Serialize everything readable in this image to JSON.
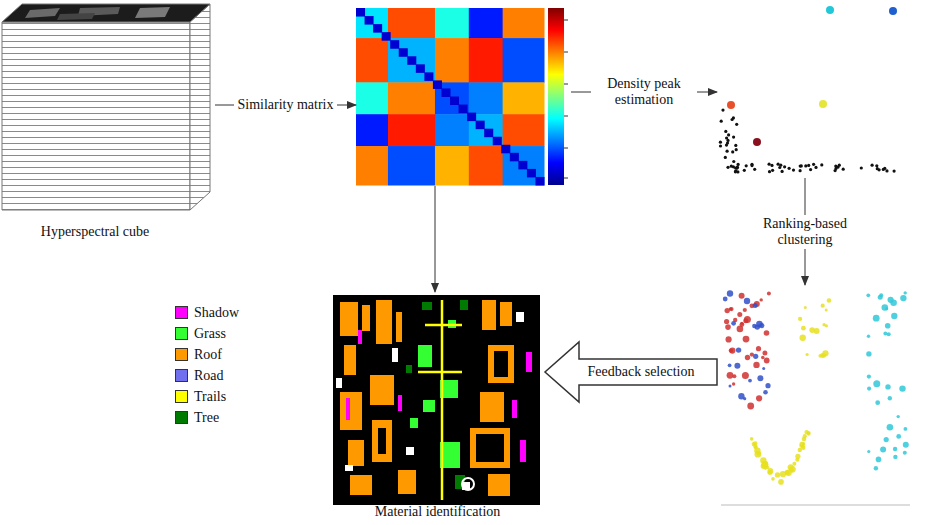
{
  "diagram": {
    "nodes": [
      {
        "text": [
          "Hyperspectral cube"
        ]
      },
      {
        "text": []
      },
      {
        "text": []
      },
      {
        "text": [
          "Material identification"
        ]
      },
      {
        "text": []
      }
    ],
    "edges": [
      {
        "from": 0,
        "to": 1,
        "label": "Similarity matrix",
        "arrow": "to"
      },
      {
        "from": 1,
        "to": 2,
        "label": "Density peak estimation",
        "arrow": "to"
      },
      {
        "from": 2,
        "to": 4,
        "label": "Ranking-based clustering",
        "arrow": "to"
      },
      {
        "from": 1,
        "to": 3,
        "arrow": "to"
      },
      {
        "from": 4,
        "to": 3,
        "label": "Feedback selection",
        "arrow": "to"
      }
    ],
    "legend": [
      {
        "text": "Shadow",
        "color": "#ff00ff"
      },
      {
        "text": "Grass",
        "color": "#33ff33"
      },
      {
        "text": "Roof",
        "color": "#ff9900"
      },
      {
        "text": "Road",
        "color": "#7070ee"
      },
      {
        "text": "Trails",
        "color": "#ffff00"
      },
      {
        "text": "Tree",
        "color": "#007a00"
      }
    ]
  }
}
